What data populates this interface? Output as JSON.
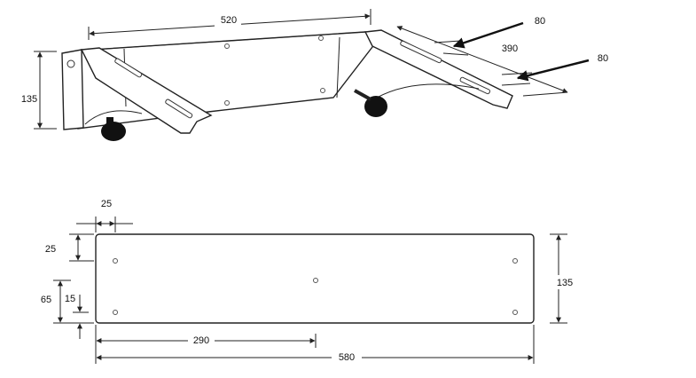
{
  "top_view": {
    "dim_width": "520",
    "dim_height": "135",
    "dim_slot_spacing": "390",
    "dim_slot_a": "80",
    "dim_slot_b": "80"
  },
  "bottom_view": {
    "dim_hole_offset_x": "25",
    "dim_hole_offset_y": "25",
    "dim_side_65": "65",
    "dim_side_15": "15",
    "dim_center": "290",
    "dim_total_width": "580",
    "dim_height": "135"
  },
  "colors": {
    "line": "#222222",
    "background": "#ffffff"
  }
}
